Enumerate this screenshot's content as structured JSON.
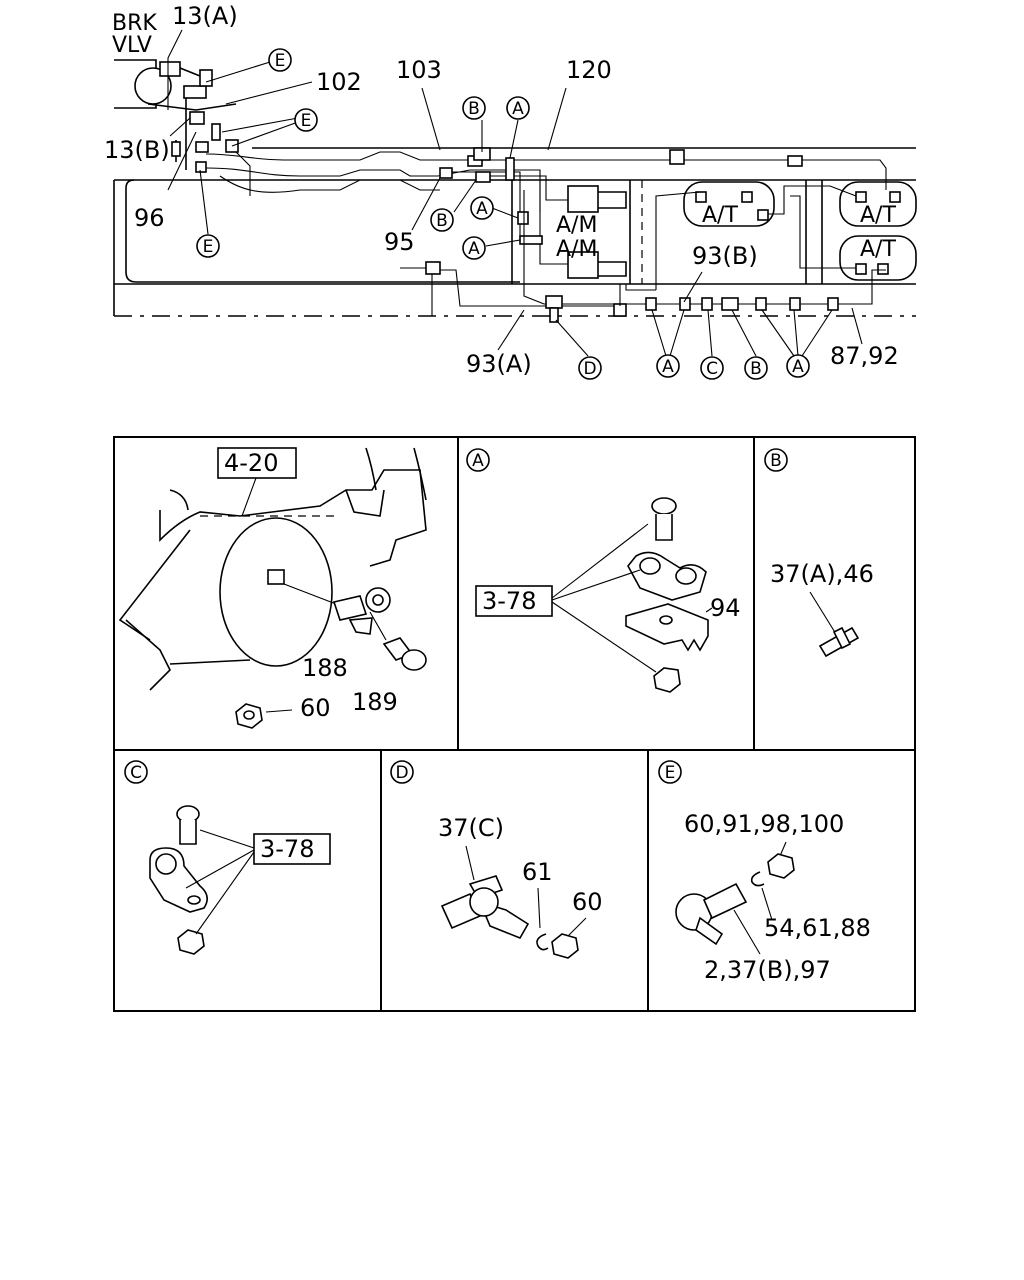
{
  "top": {
    "brk_vlv_line1": "BRK",
    "brk_vlv_line2": "VLV",
    "l_13a": "13(A)",
    "l_13b": "13(B)",
    "l_102": "102",
    "l_103": "103",
    "l_120": "120",
    "l_96": "96",
    "l_95": "95",
    "l_93a": "93(A)",
    "l_93b": "93(B)",
    "l_87_92": "87,92",
    "am": "A/M",
    "at": "A/T",
    "c_a": "A",
    "c_b": "B",
    "c_c": "C",
    "c_d": "D",
    "c_e": "E"
  },
  "panel_main": {
    "ref": "4-20",
    "l_188": "188",
    "l_189": "189",
    "l_60": "60"
  },
  "panel_a": {
    "tag": "A",
    "ref": "3-78",
    "l_94": "94"
  },
  "panel_b": {
    "tag": "B",
    "l_37a_46": "37(A),46"
  },
  "panel_c": {
    "tag": "C",
    "ref": "3-78"
  },
  "panel_d": {
    "tag": "D",
    "l_37c": "37(C)",
    "l_61": "61",
    "l_60": "60"
  },
  "panel_e": {
    "tag": "E",
    "l_top": "60,91,98,100",
    "l_mid": "54,61,88",
    "l_bot": "2,37(B),97"
  }
}
